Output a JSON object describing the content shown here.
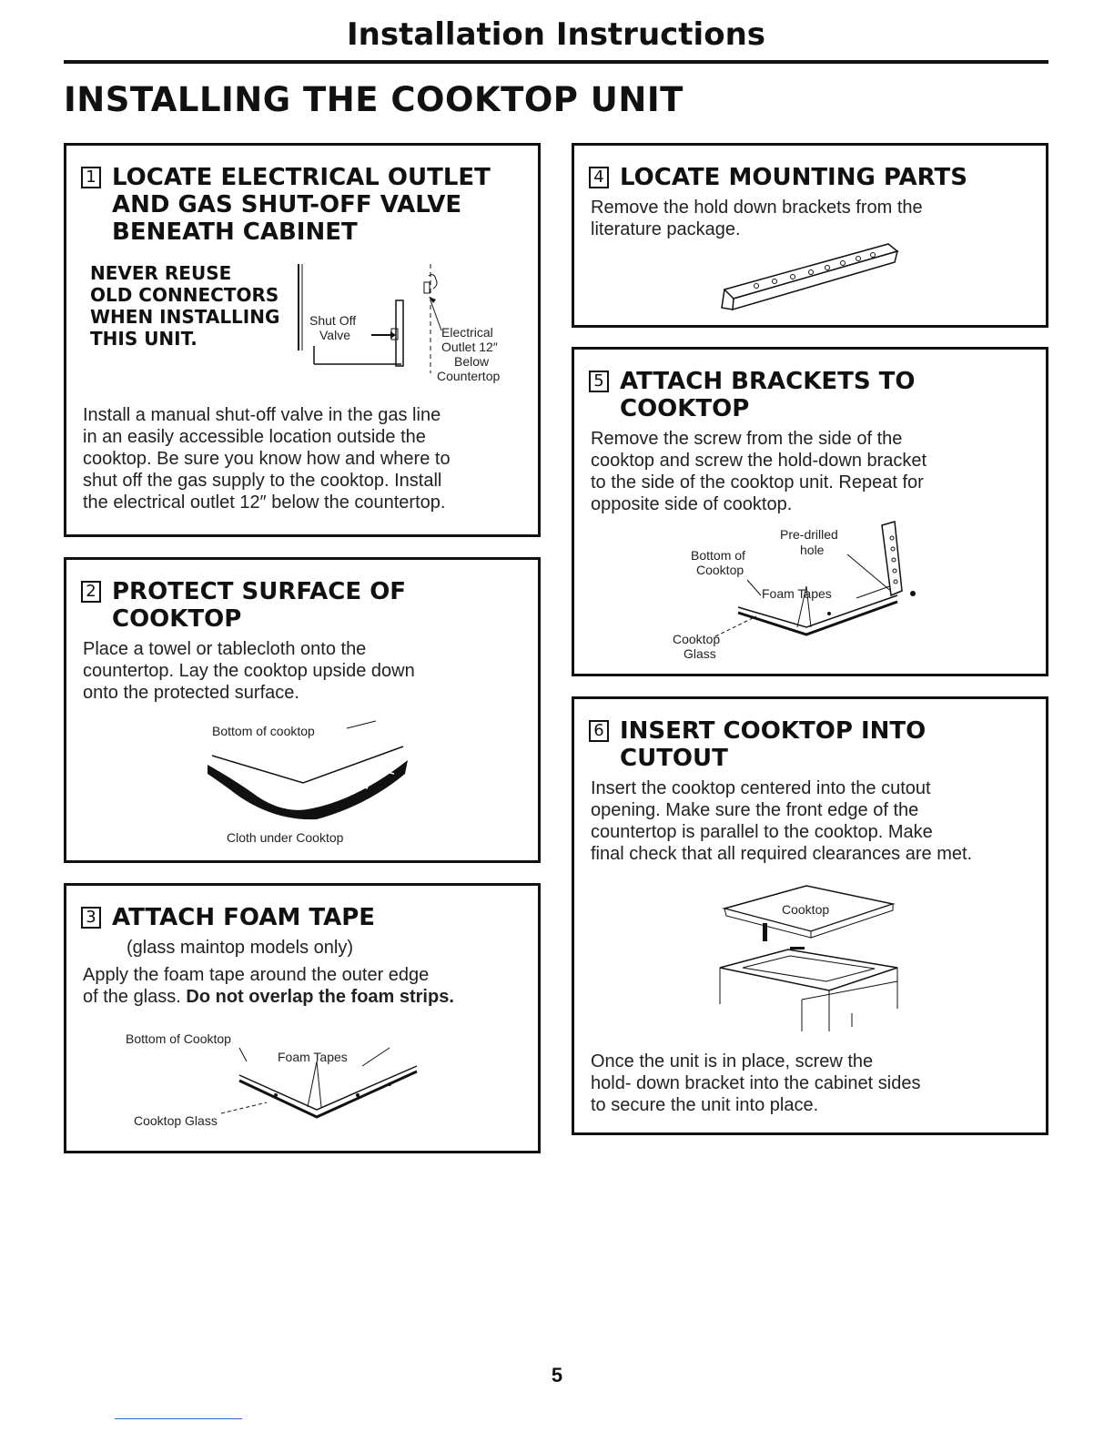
{
  "header": {
    "title": "Installation Instructions"
  },
  "page_heading": "INSTALLING THE COOKTOP UNIT",
  "steps": [
    {
      "number": "1",
      "title_lines": [
        "LOCATE ELECTRICAL OUTLET",
        "AND GAS SHUT-OFF VALVE",
        "BENEATH CABINET"
      ],
      "warning_lines": [
        "NEVER REUSE",
        "OLD CONNECTORS",
        "WHEN INSTALLING",
        "THIS UNIT."
      ],
      "diagram_labels": {
        "shut_off": "Shut Off",
        "valve": "Valve",
        "electrical": "Electrical",
        "outlet": "Outlet 12″",
        "below": "Below",
        "countertop": "Countertop"
      },
      "body_lines": [
        "Install a manual shut-off valve in the gas line",
        "in an easily accessible location outside the",
        "cooktop. Be sure you know how and where to",
        "shut off the gas supply to the cooktop. Install",
        "the electrical outlet 12″ below the countertop."
      ]
    },
    {
      "number": "2",
      "title_lines": [
        "PROTECT SURFACE OF",
        "COOKTOP"
      ],
      "body_lines": [
        "Place a towel or tablecloth onto the",
        "countertop. Lay the cooktop upside down",
        "onto the protected surface."
      ],
      "diagram_labels": {
        "top": "Bottom of cooktop",
        "bottom": "Cloth under Cooktop"
      }
    },
    {
      "number": "3",
      "title_lines": [
        "ATTACH FOAM TAPE"
      ],
      "subtitle": "(glass maintop models only)",
      "body_line_1": "Apply the foam tape around the outer edge",
      "body_line_2_plain": "of the glass. ",
      "body_line_2_bold": "Do not overlap the foam strips.",
      "diagram_labels": {
        "bottom_of_cooktop": "Bottom of Cooktop",
        "foam_tapes": "Foam Tapes",
        "cooktop_glass": "Cooktop Glass"
      }
    },
    {
      "number": "4",
      "title_lines": [
        "LOCATE MOUNTING PARTS"
      ],
      "body_lines": [
        "Remove the hold down brackets from the",
        "literature package."
      ]
    },
    {
      "number": "5",
      "title_lines": [
        "ATTACH BRACKETS TO",
        "COOKTOP"
      ],
      "body_lines": [
        "Remove the screw from the side of the",
        "cooktop and screw the hold-down bracket",
        "to the side of the cooktop unit. Repeat for",
        "opposite side of cooktop."
      ],
      "diagram_labels": {
        "pre_drilled": "Pre-drilled",
        "hole": "hole",
        "bottom_of": "Bottom of",
        "cooktop": "Cooktop",
        "foam_tapes": "Foam Tapes",
        "cooktop2": "Cooktop",
        "glass": "Glass"
      }
    },
    {
      "number": "6",
      "title_lines": [
        "INSERT COOKTOP INTO",
        "CUTOUT"
      ],
      "body_lines": [
        "Insert the cooktop centered into the cutout",
        "opening. Make sure the front edge of the",
        "countertop is parallel to the cooktop. Make",
        "final check that all required clearances are met."
      ],
      "diagram_labels": {
        "cooktop": "Cooktop"
      },
      "closing_lines": [
        "Once the unit is in place, screw the",
        "hold- down bracket into the cabinet sides",
        "to secure the unit into place."
      ]
    }
  ],
  "page_number": "5"
}
